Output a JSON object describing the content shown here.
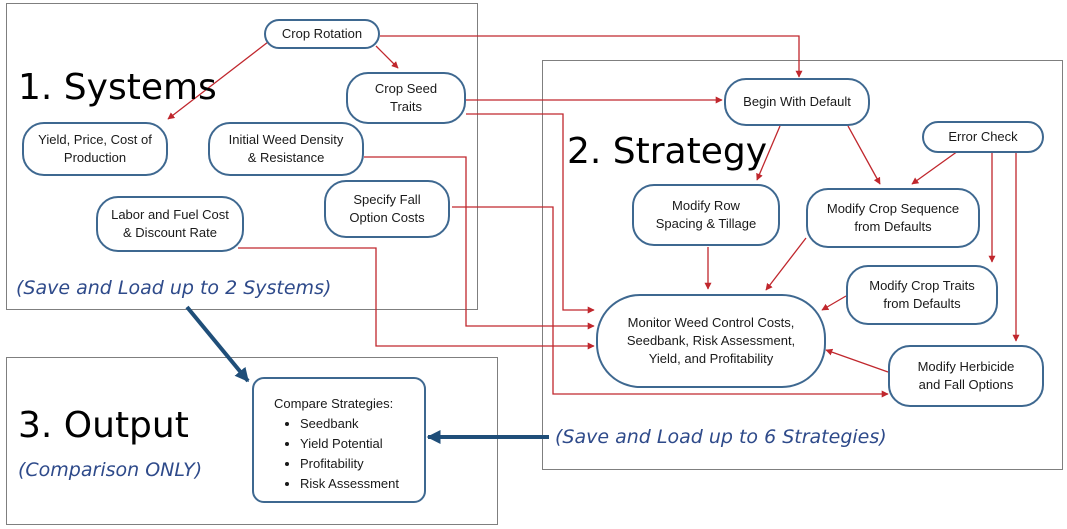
{
  "sections": {
    "systems": {
      "title": "1. Systems",
      "note": "(Save and Load up to 2 Systems)"
    },
    "strategy": {
      "title": "2. Strategy",
      "note": "(Save and Load up to 6 Strategies)"
    },
    "output": {
      "title": "3. Output",
      "note": "(Comparison ONLY)"
    }
  },
  "nodes": {
    "crop_rotation": "Crop Rotation",
    "crop_seed_traits": "Crop Seed\nTraits",
    "yield_price_cost": "Yield, Price, Cost of\nProduction",
    "initial_weed_density": "Initial Weed Density\n& Resistance",
    "specify_fall_option_costs": "Specify Fall\nOption Costs",
    "labor_fuel_cost": "Labor and Fuel Cost\n& Discount Rate",
    "begin_with_default": "Begin With Default",
    "error_check": "Error Check",
    "modify_row_spacing": "Modify Row\nSpacing & Tillage",
    "modify_crop_sequence": "Modify Crop Sequence\nfrom Defaults",
    "modify_crop_traits": "Modify Crop Traits\nfrom Defaults",
    "monitor_weed_control": "Monitor Weed Control Costs,\nSeedbank, Risk Assessment,\nYield, and Profitability",
    "modify_herbicide": "Modify Herbicide\nand Fall Options"
  },
  "compare": {
    "title": "Compare Strategies:",
    "items": [
      "Seedbank",
      "Yield Potential",
      "Profitability",
      "Risk Assessment"
    ]
  },
  "colors": {
    "panel_border": "#7f7f7f",
    "node_border": "#3e6890",
    "red_arrow": "#c0272d",
    "navy_arrow": "#1f4e79",
    "note_text": "#2e4a8a"
  }
}
